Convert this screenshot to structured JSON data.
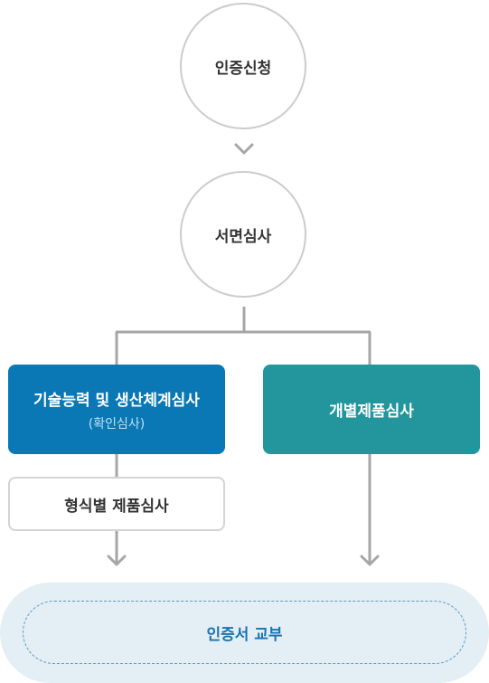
{
  "nodes": {
    "application": "인증신청",
    "document_review": "서면심사",
    "tech_review": {
      "title": "기술능력 및 생산체계심사",
      "subtitle": "(확인심사)"
    },
    "individual_review": "개별제품심사",
    "type_review": "형식별 제품심사",
    "certificate": "인증서 교부"
  },
  "colors": {
    "circle_border": "#cccccc",
    "blue_box": "#0a78b4",
    "teal_box": "#22969c",
    "connector": "#a6a6a6",
    "final_bg": "#e3eef5",
    "final_text": "#1a73b0"
  }
}
